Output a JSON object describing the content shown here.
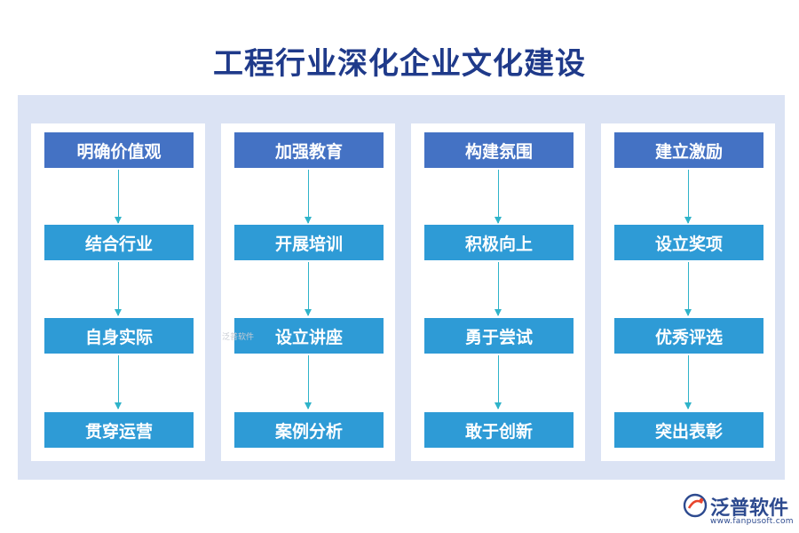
{
  "title": "工程行业深化企业文化建设",
  "columns": [
    {
      "items": [
        "明确价值观",
        "结合行业",
        "自身实际",
        "贯穿运营"
      ]
    },
    {
      "items": [
        "加强教育",
        "开展培训",
        "设立讲座",
        "案例分析"
      ]
    },
    {
      "items": [
        "构建氛围",
        "积极向上",
        "勇于尝试",
        "敢于创新"
      ]
    },
    {
      "items": [
        "建立激励",
        "设立奖项",
        "优秀评选",
        "突出表彰"
      ]
    }
  ],
  "watermark": "泛普软件",
  "logo": {
    "name": "泛普软件",
    "url": "www.fanpusoft.com"
  },
  "colors": {
    "title": "#1f3a8a",
    "header_box": "#4472c4",
    "item_box": "#2e9bd6",
    "arrow": "#2fb3c9",
    "panel": "#dbe3f4"
  }
}
